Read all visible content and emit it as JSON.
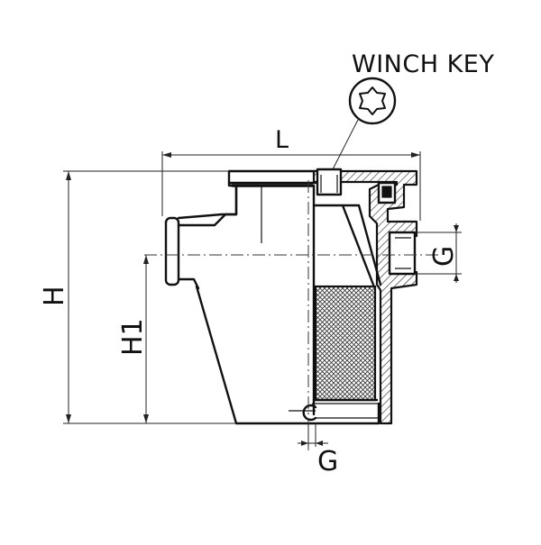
{
  "title": "WINCH KEY",
  "dimensions": {
    "length": "L",
    "height": "H",
    "height_inlet": "H1",
    "thread_side": "G",
    "thread_bottom": "G"
  },
  "icons": {
    "key_symbol": "winch-key-star-icon"
  },
  "colors": {
    "line": "#111111",
    "background": "#ffffff"
  }
}
